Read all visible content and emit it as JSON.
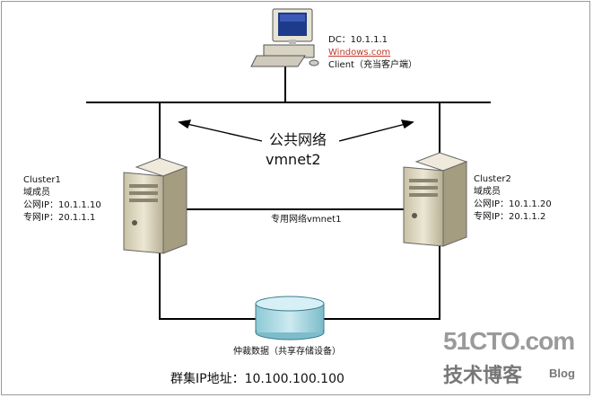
{
  "dc": {
    "line1": "DC：10.1.1.1",
    "line2": "Windows.com",
    "line3": "Client（充当客户端）"
  },
  "public_net": {
    "line1": "公共网络",
    "line2": "vmnet2"
  },
  "cluster1": {
    "name": "Cluster1",
    "role": "域成员",
    "public_ip": "公网IP：10.1.1.10",
    "private_ip": "专网IP：20.1.1.1"
  },
  "cluster2": {
    "name": "Cluster2",
    "role": "域成员",
    "public_ip": "公网IP：10.1.1.20",
    "private_ip": "专网IP：20.1.1.2"
  },
  "private_net": "专用网络vmnet1",
  "storage_label": "仲裁数据（共享存储设备）",
  "cluster_ip": "群集IP地址：10.100.100.100",
  "watermark": {
    "brand": "51CTO.com",
    "sub": "技术博客",
    "blog": "Blog"
  }
}
